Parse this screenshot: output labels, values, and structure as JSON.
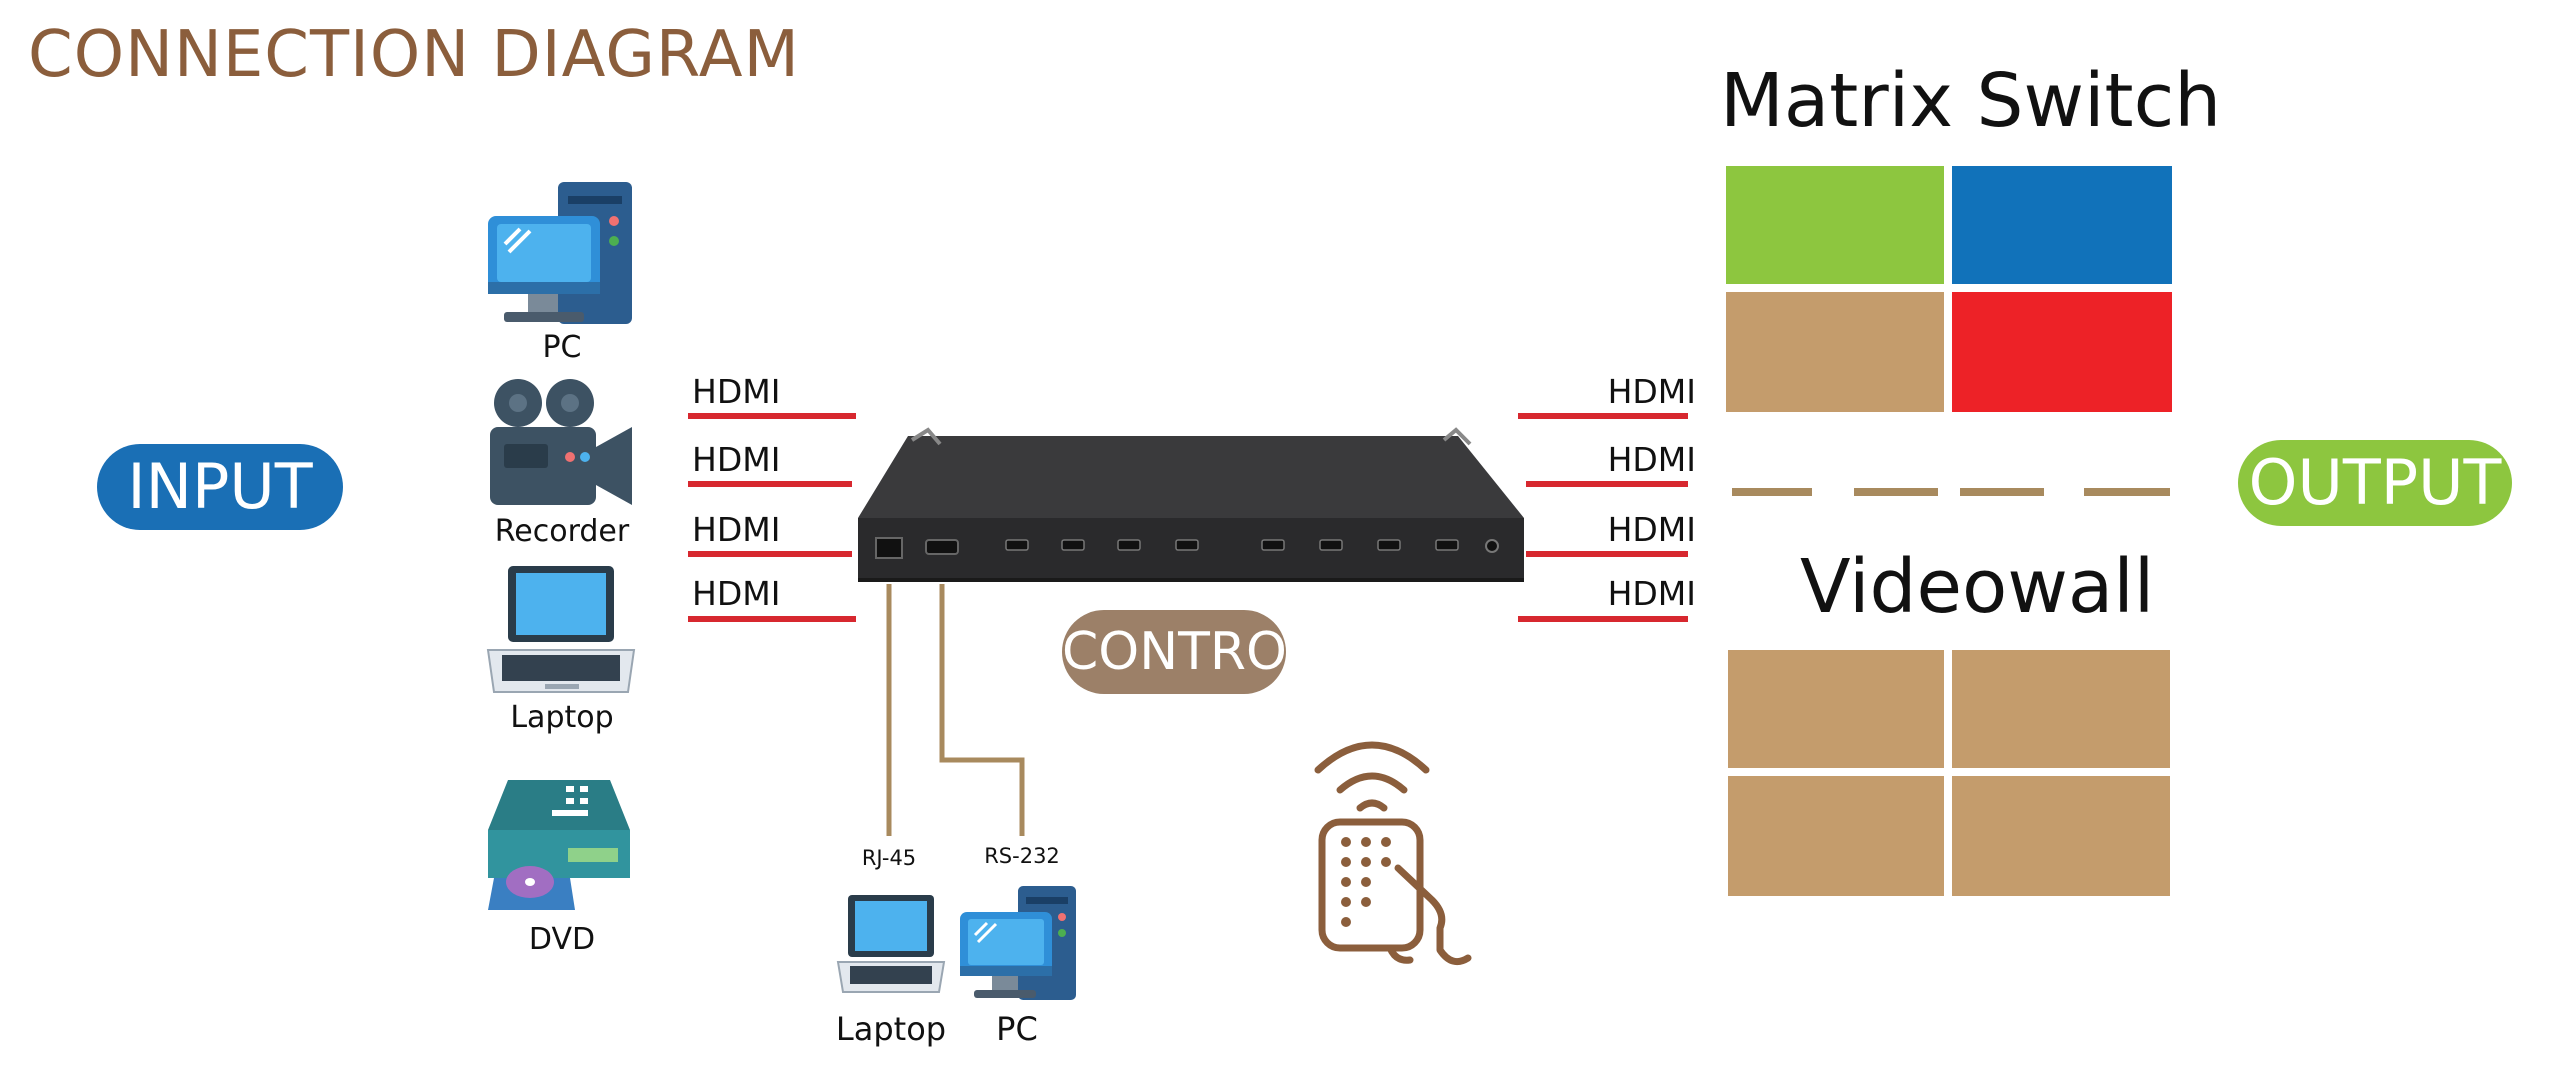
{
  "title": "CONNECTION DIAGRAM",
  "input_label": "INPUT",
  "output_label": "OUTPUT",
  "control_label": "CONTROL",
  "sources": [
    {
      "label": "PC",
      "icon": "pc-icon"
    },
    {
      "label": "Recorder",
      "icon": "video-camera-icon"
    },
    {
      "label": "Laptop",
      "icon": "laptop-icon"
    },
    {
      "label": "DVD",
      "icon": "dvd-player-icon"
    }
  ],
  "input_cables": [
    "HDMI",
    "HDMI",
    "HDMI",
    "HDMI"
  ],
  "output_cables": [
    "HDMI",
    "HDMI",
    "HDMI",
    "HDMI"
  ],
  "control_ports": [
    "RJ-45",
    "RS-232"
  ],
  "control_devices": [
    {
      "label": "Laptop",
      "icon": "laptop-icon"
    },
    {
      "label": "PC",
      "icon": "pc-icon"
    }
  ],
  "matrix_switch_title": "Matrix Switch",
  "videowall_title": "Videowall",
  "colors": {
    "title": "#8b5e3c",
    "input_pill": "#1a6fb5",
    "output_pill": "#8dc63f",
    "control_pill": "#9c8068",
    "cable_red": "#d7282f",
    "cable_tan": "#a88a5e",
    "tile_green": "#8dc63f",
    "tile_blue": "#1172ba",
    "tile_tan": "#c49c6c",
    "tile_red": "#ed2227"
  }
}
